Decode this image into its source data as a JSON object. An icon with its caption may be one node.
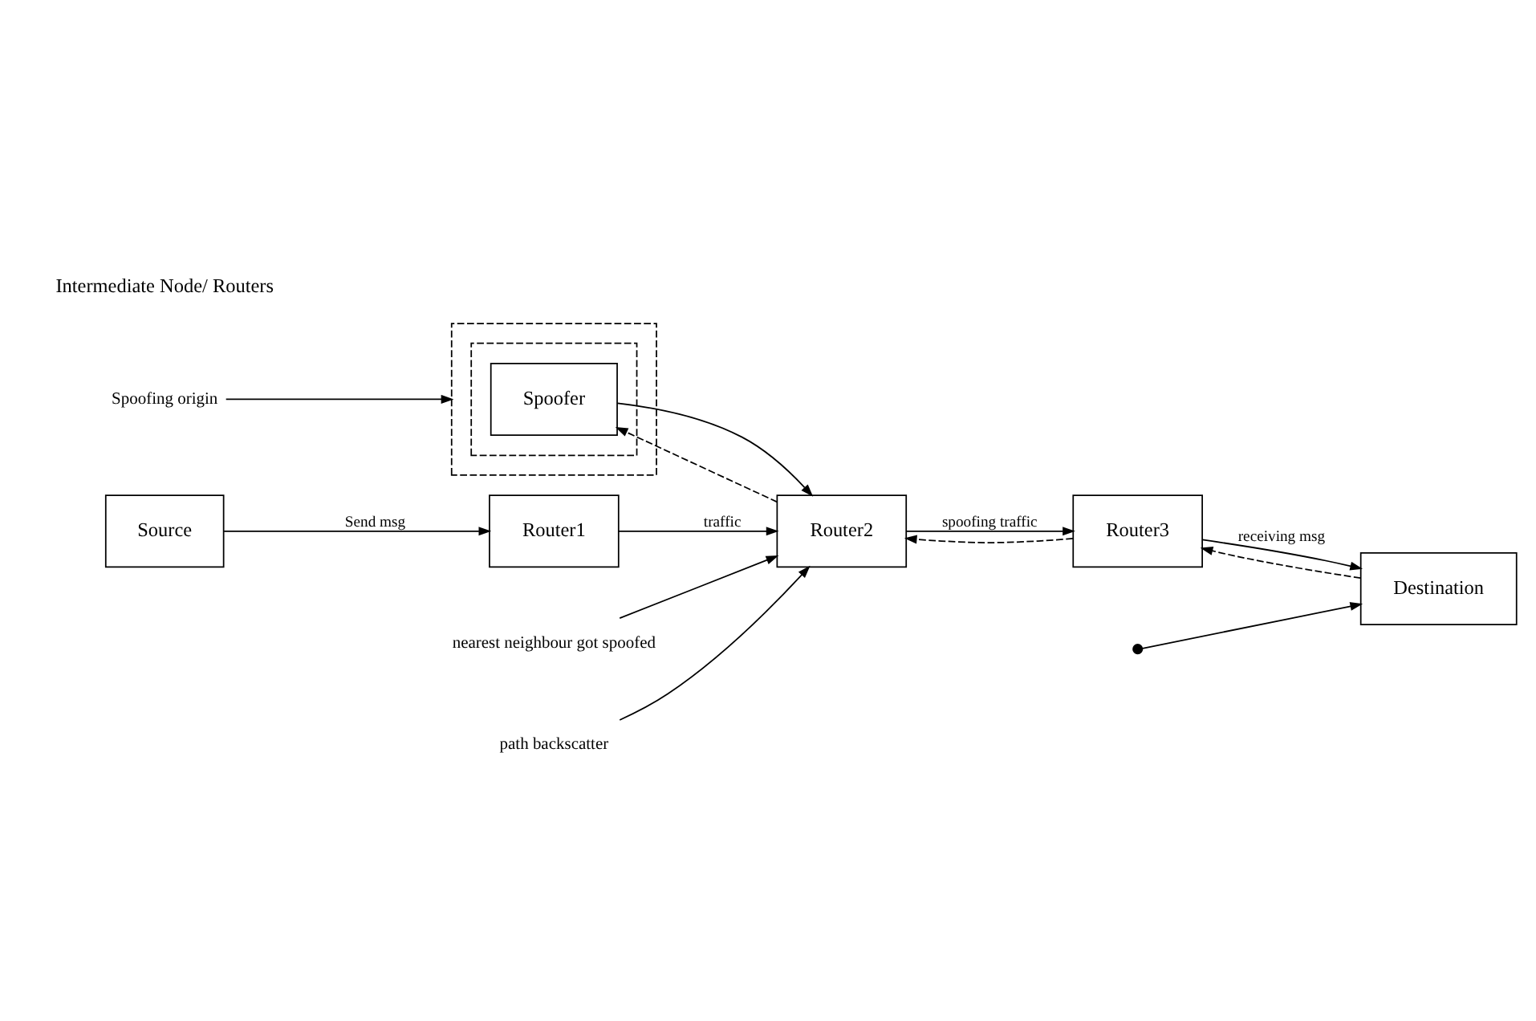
{
  "diagram": {
    "nodes": [
      {
        "text": [
          "Spoofing origin"
        ]
      },
      {
        "text": [],
        "shape": "box"
      },
      {
        "text": [],
        "shape": "box",
        "in": 1
      },
      {
        "text": [
          "Spoofer"
        ],
        "in": 2
      },
      {
        "text": [
          "Source"
        ]
      },
      {
        "text": [
          "Router1"
        ]
      },
      {
        "text": [
          "Router2"
        ]
      },
      {
        "text": [
          "Router3"
        ]
      },
      {
        "text": [
          "Destination"
        ]
      },
      {
        "text": [
          "nearest neighbour got spoofed"
        ]
      },
      {
        "text": [
          "path backscatter"
        ]
      },
      {
        "text": [],
        "shape": "circle"
      }
    ],
    "edges": [
      {
        "from": 0,
        "to": 1,
        "arrow": "to"
      },
      {
        "from": 4,
        "to": 5,
        "arrow": "to",
        "label": "Send msg"
      },
      {
        "from": 5,
        "to": 6,
        "arrow": "to",
        "label": "traffic"
      },
      {
        "from": 6,
        "to": 7,
        "arrow": "to",
        "label": "spoofing traffic"
      },
      {
        "from": 7,
        "to": 6,
        "arrow": "to",
        "style": "dashed"
      },
      {
        "from": 7,
        "to": 8,
        "arrow": "to",
        "label": "receiving msg"
      },
      {
        "from": 8,
        "to": 7,
        "arrow": "to",
        "style": "dashed"
      },
      {
        "from": 3,
        "to": 6,
        "arrow": "to"
      },
      {
        "from": 6,
        "to": 3,
        "arrow": "to",
        "style": "dashed"
      },
      {
        "from": 9,
        "to": 6,
        "arrow": "to"
      },
      {
        "from": 10,
        "to": 6,
        "arrow": "to"
      },
      {
        "from": 11,
        "to": 8,
        "arrow": "to"
      }
    ],
    "labels": [
      "Intermediate Node/ Routers"
    ]
  }
}
